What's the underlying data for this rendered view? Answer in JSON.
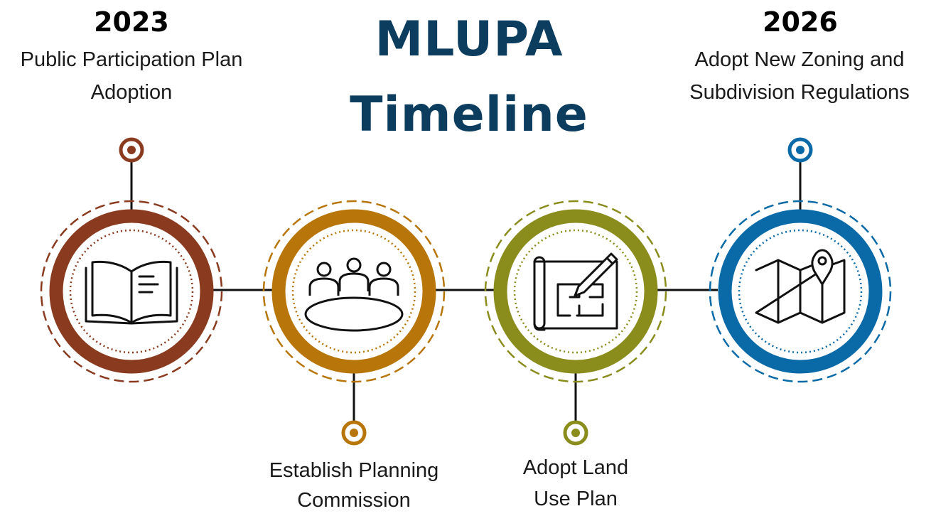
{
  "title": {
    "line1": "MLUPA",
    "line2": "Timeline"
  },
  "colors": {
    "title": "#0c3d5e",
    "connector": "#111111"
  },
  "milestones": [
    {
      "year": "2023",
      "line1": "Public Participation Plan",
      "line2": "Adoption",
      "color": "#8a3a1e",
      "icon": "open-book-icon"
    },
    {
      "line1": "Establish Planning",
      "line2": "Commission",
      "color": "#b8760a",
      "icon": "meeting-table-icon"
    },
    {
      "line1": "Adopt Land",
      "line2": "Use Plan",
      "color": "#8a8c1c",
      "icon": "blueprint-pencil-icon"
    },
    {
      "year": "2026",
      "line1": "Adopt New Zoning and",
      "line2": "Subdivision Regulations",
      "color": "#0a6aa8",
      "icon": "folded-map-pin-icon"
    }
  ]
}
